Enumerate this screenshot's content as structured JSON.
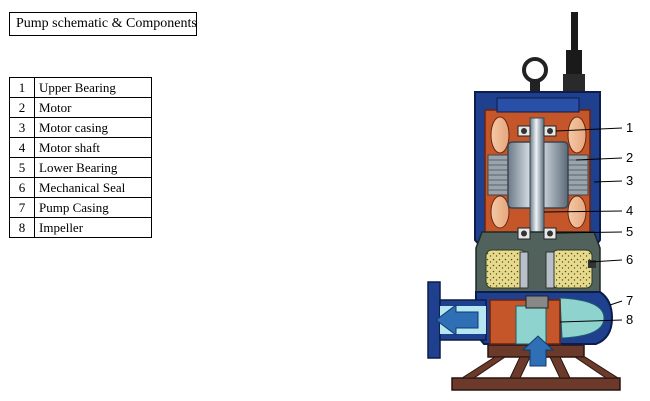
{
  "title": "Pump schematic & Components",
  "components": [
    {
      "number": "1",
      "name": "Upper Bearing"
    },
    {
      "number": "2",
      "name": "Motor"
    },
    {
      "number": "3",
      "name": "Motor casing"
    },
    {
      "number": "4",
      "name": "Motor shaft"
    },
    {
      "number": "5",
      "name": "Lower Bearing"
    },
    {
      "number": "6",
      "name": "Mechanical Seal"
    },
    {
      "number": "7",
      "name": "Pump Casing"
    },
    {
      "number": "8",
      "name": "Impeller"
    }
  ],
  "callouts": [
    "1",
    "2",
    "3",
    "4",
    "5",
    "6",
    "7",
    "8"
  ],
  "colors": {
    "casing_blue": "#1f3f8f",
    "motor_orange": "#c5562a",
    "shaft_steel": "#b9c6d3",
    "seal_yellow": "#e9d98c",
    "impeller_teal": "#8fd3cf",
    "base_brown": "#6b3a2a",
    "flow_arrow": "#2f6fb6"
  }
}
